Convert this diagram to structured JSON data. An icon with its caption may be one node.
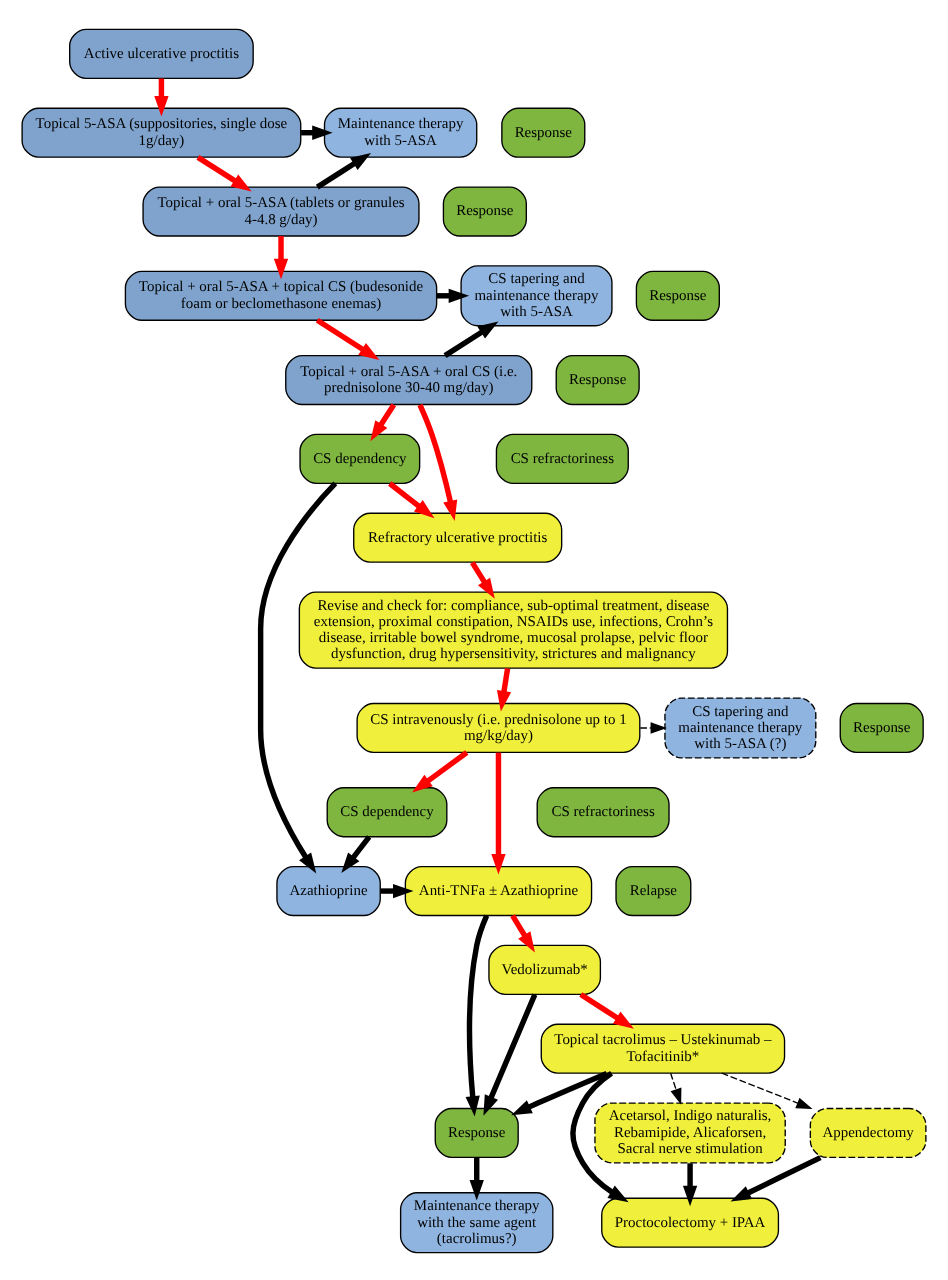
{
  "diagram": {
    "nodes": [
      {
        "text": [
          "Active ulcerative proctitis"
        ]
      },
      {
        "text": [
          "Topical 5-ASA (suppositories, single dose 1g/day)"
        ]
      },
      {
        "text": [
          "Response"
        ]
      },
      {
        "text": [
          "Maintenance therapy with 5-ASA"
        ]
      },
      {
        "text": [
          "Topical + oral 5-ASA (tablets or granules 4-4.8 g/day)"
        ]
      },
      {
        "text": [
          "Response"
        ]
      },
      {
        "text": [
          "Response"
        ]
      },
      {
        "text": [
          "CS tapering and maintenance therapy with 5-ASA"
        ]
      },
      {
        "text": [
          "Topical + oral 5-ASA + topical CS (budesonide foam or beclomethasone enemas)"
        ]
      },
      {
        "text": [
          "Response"
        ]
      },
      {
        "text": [
          "Topical + oral 5-ASA + oral CS (i.e. prednisolone 30-40 mg/day)"
        ]
      },
      {
        "text": [
          "CS refractoriness"
        ]
      },
      {
        "text": [
          "CS dependency"
        ]
      },
      {
        "text": [
          "Refractory ulcerative proctitis"
        ]
      },
      {
        "text": [
          "Revise and check for: compliance, sub-optimal treatment, disease extension, proximal constipation, NSAIDs use, infections, Crohn’s disease, irritable bowel syndrome, mucosal prolapse, pelvic floor dysfunction, drug hypersensitivity, strictures and malignancy"
        ]
      },
      {
        "text": [
          "Response"
        ]
      },
      {
        "text": [
          "CS tapering and maintenance therapy with 5-ASA (?)"
        ]
      },
      {
        "text": [
          "CS intravenously (i.e. prednisolone up to 1 mg/kg/day)"
        ]
      },
      {
        "text": [
          "CS refractoriness"
        ]
      },
      {
        "text": [
          "Relapse"
        ]
      },
      {
        "text": [
          "CS dependency"
        ]
      },
      {
        "text": [
          "Anti-TNFa ± Azathioprine"
        ]
      },
      {
        "text": [
          "Azathioprine"
        ]
      },
      {
        "text": [
          "Vedolizumab*"
        ]
      },
      {
        "text": [
          "Response"
        ]
      },
      {
        "text": [
          "Maintenance therapy with the same agent (tacrolimus?)"
        ]
      },
      {
        "text": [
          "Topical tacrolimus – Ustekinumab – Tofacitinib*"
        ]
      },
      {
        "text": [
          "Acetarsol, Indigo naturalis, Rebamipide, Alicaforsen, Sacral nerve stimulation"
        ]
      },
      {
        "text": [
          "Appendectomy"
        ]
      },
      {
        "text": [
          "Proctocolectomy + IPAA"
        ]
      }
    ],
    "edges": [
      {
        "from": 0,
        "to": 1,
        "arrow": "to",
        "color": "#ff0000"
      },
      {
        "from": 1,
        "to": 3,
        "arrow": "to"
      },
      {
        "from": 1,
        "to": 4,
        "arrow": "to",
        "color": "#ff0000"
      },
      {
        "from": 4,
        "to": 3,
        "arrow": "to"
      },
      {
        "from": 4,
        "to": 8,
        "arrow": "to",
        "color": "#ff0000"
      },
      {
        "from": 8,
        "to": 7,
        "arrow": "to"
      },
      {
        "from": 8,
        "to": 10,
        "arrow": "to",
        "color": "#ff0000"
      },
      {
        "from": 10,
        "to": 7,
        "arrow": "to"
      },
      {
        "from": 10,
        "to": 12,
        "arrow": "to",
        "color": "#ff0000"
      },
      {
        "from": 10,
        "to": 13,
        "arrow": "to",
        "color": "#ff0000"
      },
      {
        "from": 12,
        "to": 13,
        "arrow": "to",
        "color": "#ff0000"
      },
      {
        "from": 12,
        "to": 22,
        "arrow": "to"
      },
      {
        "from": 13,
        "to": 14,
        "arrow": "to",
        "color": "#ff0000"
      },
      {
        "from": 14,
        "to": 17,
        "arrow": "to",
        "color": "#ff0000"
      },
      {
        "from": 17,
        "to": 16,
        "arrow": "to",
        "style": "dashed"
      },
      {
        "from": 17,
        "to": 20,
        "arrow": "to",
        "color": "#ff0000"
      },
      {
        "from": 17,
        "to": 21,
        "arrow": "to",
        "color": "#ff0000"
      },
      {
        "from": 20,
        "to": 22,
        "arrow": "to"
      },
      {
        "from": 22,
        "to": 21,
        "arrow": "to"
      },
      {
        "from": 21,
        "to": 23,
        "arrow": "to",
        "color": "#ff0000"
      },
      {
        "from": 21,
        "to": 24,
        "arrow": "to"
      },
      {
        "from": 23,
        "to": 24,
        "arrow": "to"
      },
      {
        "from": 23,
        "to": 26,
        "arrow": "to",
        "color": "#ff0000"
      },
      {
        "from": 26,
        "to": 24,
        "arrow": "to"
      },
      {
        "from": 24,
        "to": 25,
        "arrow": "to"
      },
      {
        "from": 26,
        "to": 27,
        "arrow": "to",
        "style": "dashed"
      },
      {
        "from": 26,
        "to": 28,
        "arrow": "to",
        "style": "dashed"
      },
      {
        "from": 26,
        "to": 29,
        "arrow": "to"
      },
      {
        "from": 28,
        "to": 29,
        "arrow": "to"
      },
      {
        "from": 27,
        "to": 29,
        "arrow": "to"
      }
    ]
  }
}
